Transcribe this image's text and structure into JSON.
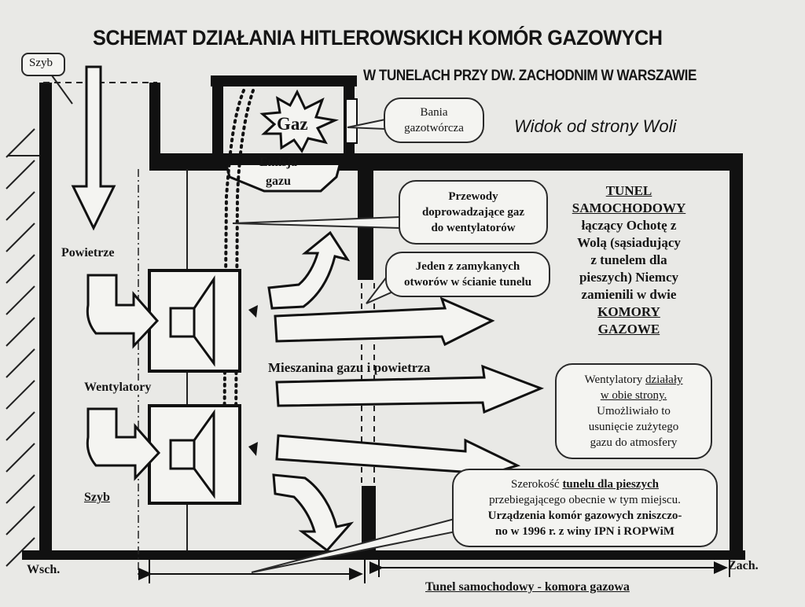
{
  "header": {
    "title": "SCHEMAT DZIAŁANIA HITLEROWSKICH KOMÓR GAZOWYCH",
    "subtitle": "W TUNELACH PRZY DW. ZACHODNIM W WARSZAWIE",
    "view": "Widok od strony Woli"
  },
  "labels": {
    "szyb_top": "Szyb",
    "gaz": "Gaz",
    "emisja_1": "Emisja",
    "emisja_2": "gazu",
    "powietrze": "Powietrze",
    "wentylatory": "Wentylatory",
    "szyb_bottom": "Szyb",
    "mieszanina": "Mieszanina gazu i powietrza",
    "wsch": "Wsch.",
    "zach": "Zach.",
    "tunel_bottom": "Tunel samochodowy - komora gazowa"
  },
  "callouts": {
    "bania": [
      "Bania",
      "gazotwórcza"
    ],
    "przewody": [
      "Przewody",
      "doprowadzające gaz",
      "do wentylatorów"
    ],
    "otwory": [
      "Jeden z zamykanych",
      "otworów w ścianie tunelu"
    ],
    "wentylatory": [
      "Wentylatory",
      "działały",
      "w obie strony.",
      "Umożliwiało to",
      "usunięcie zużytego",
      "gazu do atmosfery"
    ],
    "szerokosc": [
      "Szerokość",
      "tunelu dla pieszych",
      "przebiegającego obecnie w tym miejscu.",
      "Urządzenia komór gazowych zniszczo-",
      "no w 1996 r. z winy IPN i ROPWiM"
    ]
  },
  "tunnel_text": [
    "TUNEL",
    "SAMOCHODOWY",
    "łączący Ochotę z",
    "Wolą (sąsiadujący",
    "z tunelem dla",
    "pieszych) Niemcy",
    "zamienili w dwie",
    "KOMORY",
    "GAZOWE"
  ]
}
